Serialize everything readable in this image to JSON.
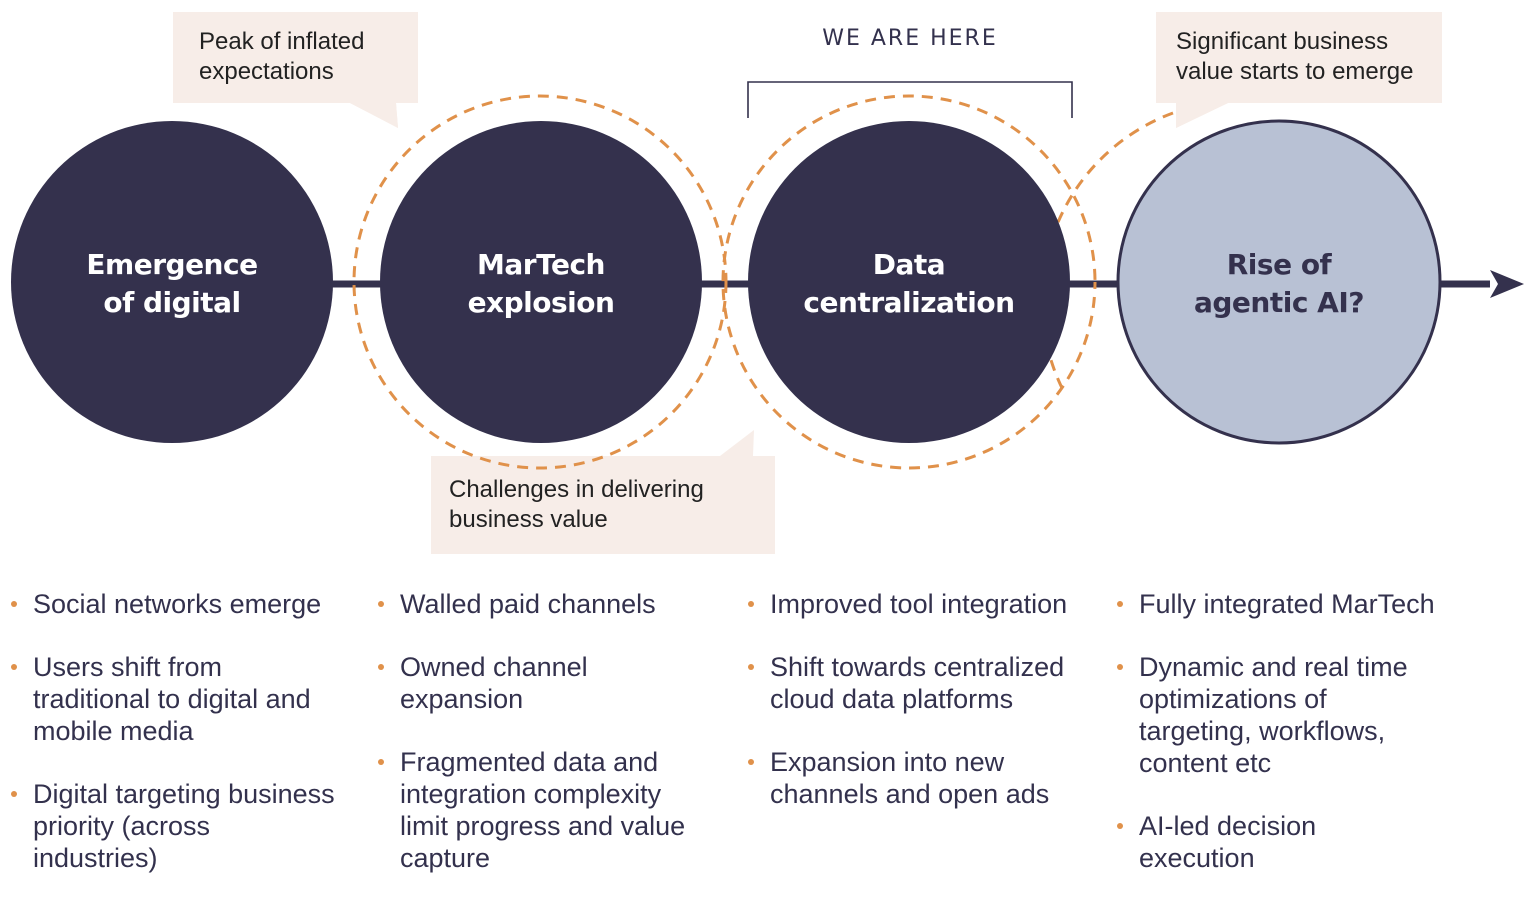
{
  "colors": {
    "dark_navy": "#34314d",
    "light_circle": "#b8c1d4",
    "callout_bg": "#f7ede8",
    "dashed_orange": "#e0914a",
    "bullet_orange": "#e0914a",
    "text_dark": "#33314d"
  },
  "callouts": [
    {
      "id": "peak",
      "text": "Peak of inflated\nexpectations"
    },
    {
      "id": "challenges",
      "text": "Challenges  in delivering\nbusiness value"
    },
    {
      "id": "significant",
      "text": "Significant business\nvalue starts to emerge"
    }
  ],
  "marker": {
    "label": "WE ARE HERE"
  },
  "stages": [
    {
      "title": "Emergence\nof digital",
      "style": "dark",
      "bullets": [
        "Social networks emerge",
        "Users shift from traditional to digital and mobile media",
        "Digital targeting business priority (across industries)"
      ]
    },
    {
      "title": "MarTech\nexplosion",
      "style": "dark",
      "bullets": [
        "Walled paid channels",
        "Owned channel expansion",
        "Fragmented data and integration complexity limit progress and value capture"
      ]
    },
    {
      "title": "Data\ncentralization",
      "style": "dark",
      "bullets": [
        "Improved tool integration",
        "Shift towards centralized cloud data platforms",
        "Expansion into new channels and open ads"
      ]
    },
    {
      "title": "Rise of\nagentic AI?",
      "style": "light",
      "bullets": [
        "Fully integrated MarTech",
        "Dynamic and real time optimizations of targeting, workflows, content etc",
        "AI-led decision execution"
      ]
    }
  ],
  "icons": {
    "timeline_arrow": "arrow-right-icon",
    "bullet": "bullet-dot-icon"
  }
}
